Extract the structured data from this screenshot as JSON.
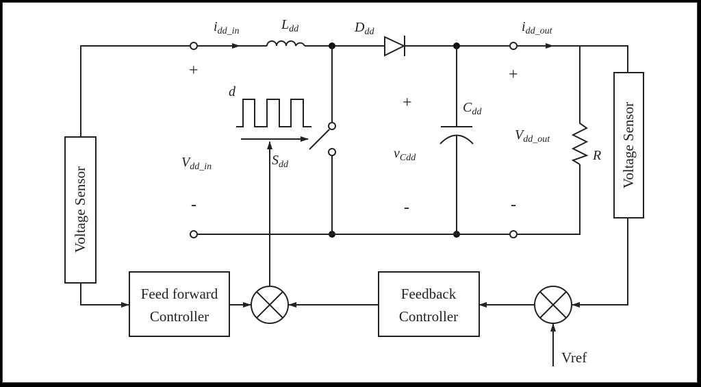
{
  "labels": {
    "i_in": "i",
    "i_in_sub": "dd_in",
    "L": "L",
    "L_sub": "dd",
    "D": "D",
    "D_sub": "dd",
    "i_out": "i",
    "i_out_sub": "dd_out",
    "d": "d",
    "S": "S",
    "S_sub": "dd",
    "V_in": "V",
    "V_in_sub": "dd_in",
    "v_C": "v",
    "v_C_sub": "Cdd",
    "C": "C",
    "C_sub": "dd",
    "V_out": "V",
    "V_out_sub": "dd_out",
    "R": "R",
    "plus": "+",
    "minus": "-",
    "vref": "Vref"
  },
  "blocks": {
    "left_sensor": "Voltage Sensor",
    "right_sensor": "Voltage Sensor",
    "feedforward_line1": "Feed forward",
    "feedforward_line2": "Controller",
    "feedback_line1": "Feedback",
    "feedback_line2": "Controller"
  }
}
